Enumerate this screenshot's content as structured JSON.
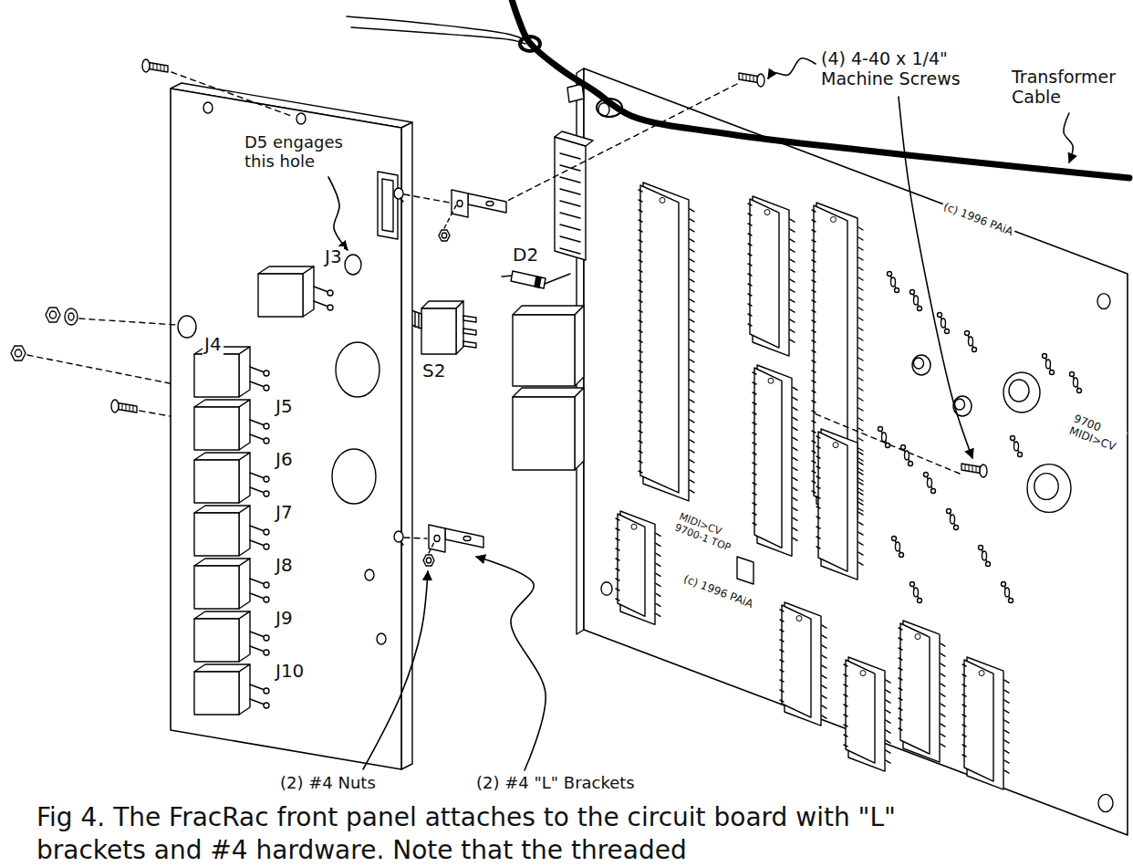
{
  "diagram": {
    "caption": "Fig 4. The FracRac front panel attaches to the circuit board with \"L\" brackets and #4 hardware. Note that the threaded",
    "labels": [
      "Transformer Cable",
      "(4) 4-40 x 1/4\" Machine Screws",
      "D5 engages this hole",
      "J3",
      "J4",
      "J5",
      "J6",
      "J7",
      "J8",
      "J9",
      "J10",
      "S2",
      "D2",
      "(2) #4 Nuts",
      "(2) #4 \"L\" Brackets",
      "(c) 1996 PAiA",
      "9700 MIDI>CV",
      "MIDI>CV 9700-1 TOP",
      "(c) 1996 PAiA"
    ]
  }
}
